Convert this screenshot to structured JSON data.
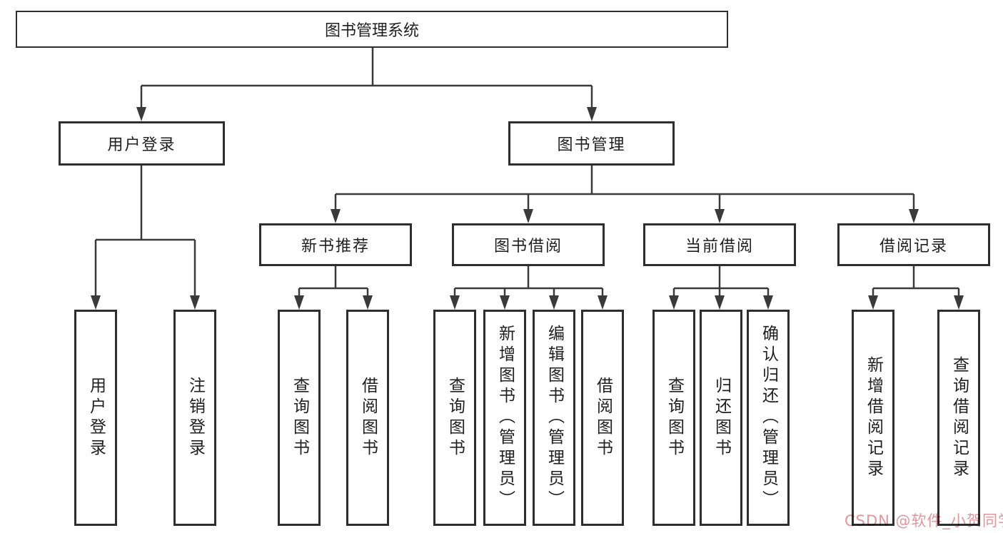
{
  "tree": {
    "root": {
      "label": "图书管理系统",
      "children": [
        {
          "label": "用户登录",
          "children": [
            {
              "label": "用户登录"
            },
            {
              "label": "注销登录"
            }
          ]
        },
        {
          "label": "图书管理",
          "children": [
            {
              "label": "新书推荐",
              "children": [
                {
                  "label": "查询图书"
                },
                {
                  "label": "借阅图书"
                }
              ]
            },
            {
              "label": "图书借阅",
              "children": [
                {
                  "label": "查询图书"
                },
                {
                  "label": "新增图书（管理员）"
                },
                {
                  "label": "编辑图书（管理员）"
                },
                {
                  "label": "借阅图书"
                }
              ]
            },
            {
              "label": "当前借阅",
              "children": [
                {
                  "label": "查询图书"
                },
                {
                  "label": "归还图书"
                },
                {
                  "label": "确认归还（管理员）"
                }
              ]
            },
            {
              "label": "借阅记录",
              "children": [
                {
                  "label": "新增借阅记录"
                },
                {
                  "label": "查询借阅记录"
                }
              ]
            }
          ]
        }
      ]
    }
  },
  "watermark": {
    "text": "CSDN @软件_小贺同学"
  },
  "colors": {
    "line": "#3a3a3a",
    "box_border": "#2e2e2e",
    "text": "#1f1f1f",
    "background": "#ffffff",
    "watermark": "#e2969c"
  }
}
